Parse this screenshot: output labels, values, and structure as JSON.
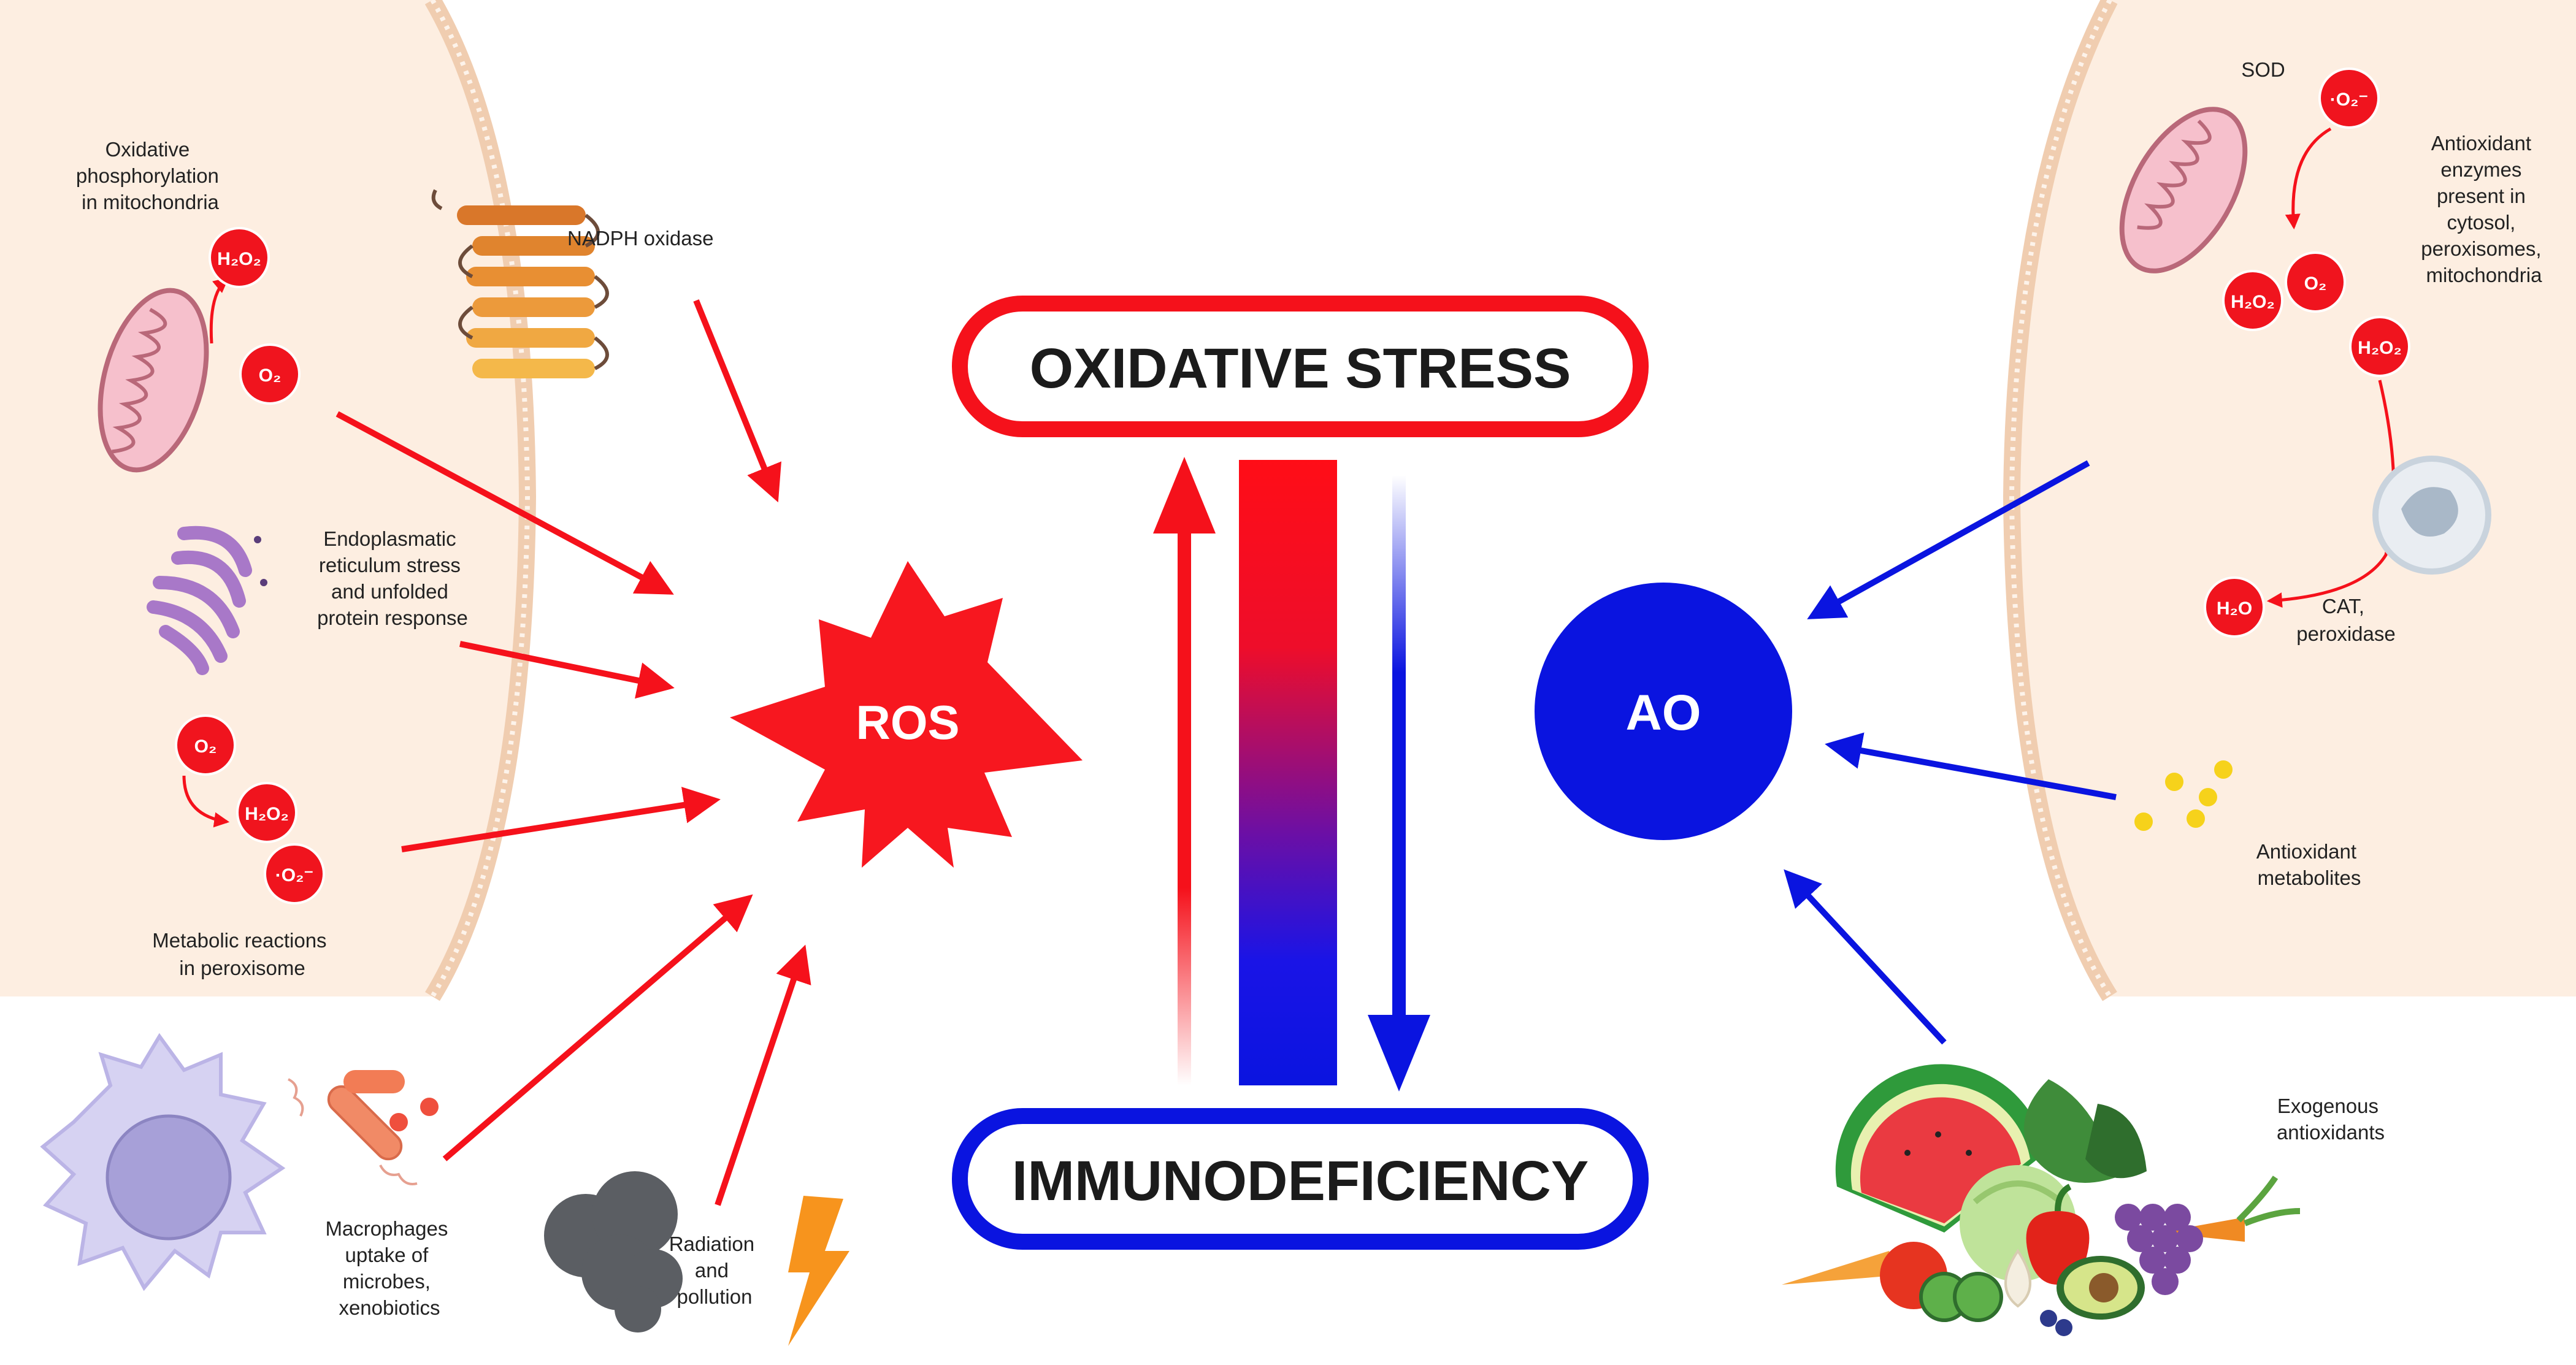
{
  "center": {
    "top_box": "OXIDATIVE STRESS",
    "bottom_box": "IMMUNODEFICIENCY",
    "ros": "ROS",
    "ao": "AO"
  },
  "left_sources": {
    "mitochondria": [
      "Oxidative",
      "phosphorylation",
      "in mitochondria"
    ],
    "nadph": "NADPH oxidase",
    "er": [
      "Endoplasmatic",
      "reticulum stress",
      "and unfolded",
      "protein response"
    ],
    "peroxisome": [
      "Metabolic reactions",
      "in peroxisome"
    ],
    "macrophage": [
      "Macrophages",
      "uptake of",
      "microbes,",
      "xenobiotics"
    ],
    "radiation": [
      "Radiation",
      "and",
      "pollution"
    ]
  },
  "right_sources": {
    "sod": "SOD",
    "enzymes": [
      "Antioxidant",
      "enzymes",
      "present in",
      "cytosol,",
      "peroxisomes,",
      "mitochondria"
    ],
    "cat": [
      "CAT,",
      "peroxidase"
    ],
    "metabolites": [
      "Antioxidant",
      "metabolites"
    ],
    "exogenous": [
      "Exogenous",
      "antioxidants"
    ]
  },
  "molecules": {
    "h2o2": "H₂O₂",
    "o2": "O₂",
    "superoxide": "·O₂⁻",
    "h2o": "H₂O"
  },
  "colors": {
    "ros_red": "#f5111b",
    "ao_blue": "#0a14e0",
    "cell_fill": "#fdeee1",
    "membrane": "#f2d2b8"
  }
}
